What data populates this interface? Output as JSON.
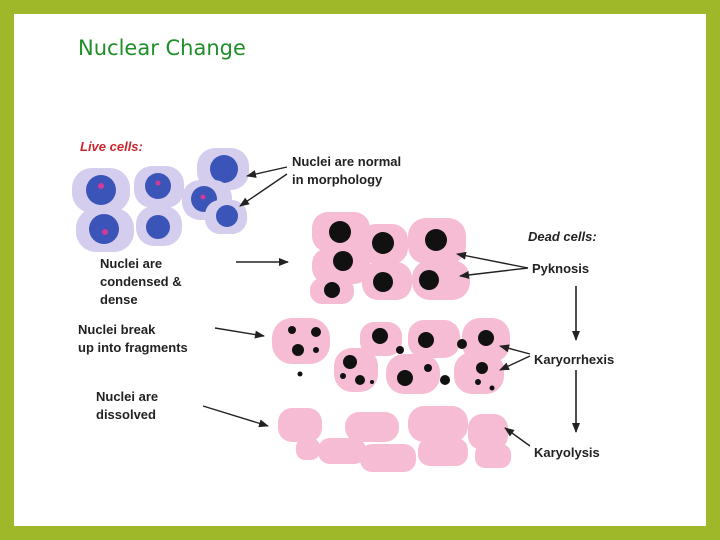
{
  "slide": {
    "title": "Nuclear Change"
  },
  "diagram": {
    "live_header": "Live cells:",
    "dead_header": "Dead cells:",
    "left_labels": {
      "normal": [
        "Nuclei are normal",
        "in morphology"
      ],
      "condensed": [
        "Nuclei are",
        "condensed &",
        "dense"
      ],
      "fragments": [
        "Nuclei break",
        "up into fragments"
      ],
      "dissolved": [
        "Nuclei are",
        "dissolved"
      ]
    },
    "stages": [
      "Pyknosis",
      "Karyorrhexis",
      "Karyolysis"
    ],
    "colors": {
      "cell_pink": "#f6bcd4",
      "cell_live": "#c8bde8",
      "nucleus_live": "#3a54b8",
      "nucleus_dead": "#111111",
      "arrow": "#222222",
      "header_red": "#c8282e"
    }
  }
}
